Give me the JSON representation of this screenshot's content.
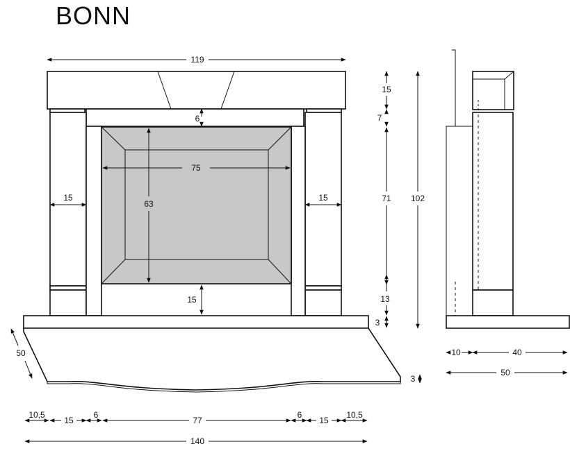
{
  "title": "BONN",
  "dims": {
    "width_top": "119",
    "opening_top_gap": "6",
    "opening_width": "75",
    "opening_height": "63",
    "left_pillar": "15",
    "right_pillar": "15",
    "bottom_gap": "15",
    "side_shelf": "15",
    "side_gap": "7",
    "side_body": "71",
    "side_lower": "13",
    "side_base": "3",
    "total_height": "102",
    "hearth_depth": "50",
    "hearth_thickness": "3",
    "b_10_5_left": "10,5",
    "b_15_left": "15",
    "b_6_left": "6",
    "b_77": "77",
    "b_6_right": "6",
    "b_15_right": "15",
    "b_10_5_right": "10,5",
    "total_width": "140",
    "profile_10": "10",
    "profile_40": "40",
    "profile_50": "50"
  }
}
